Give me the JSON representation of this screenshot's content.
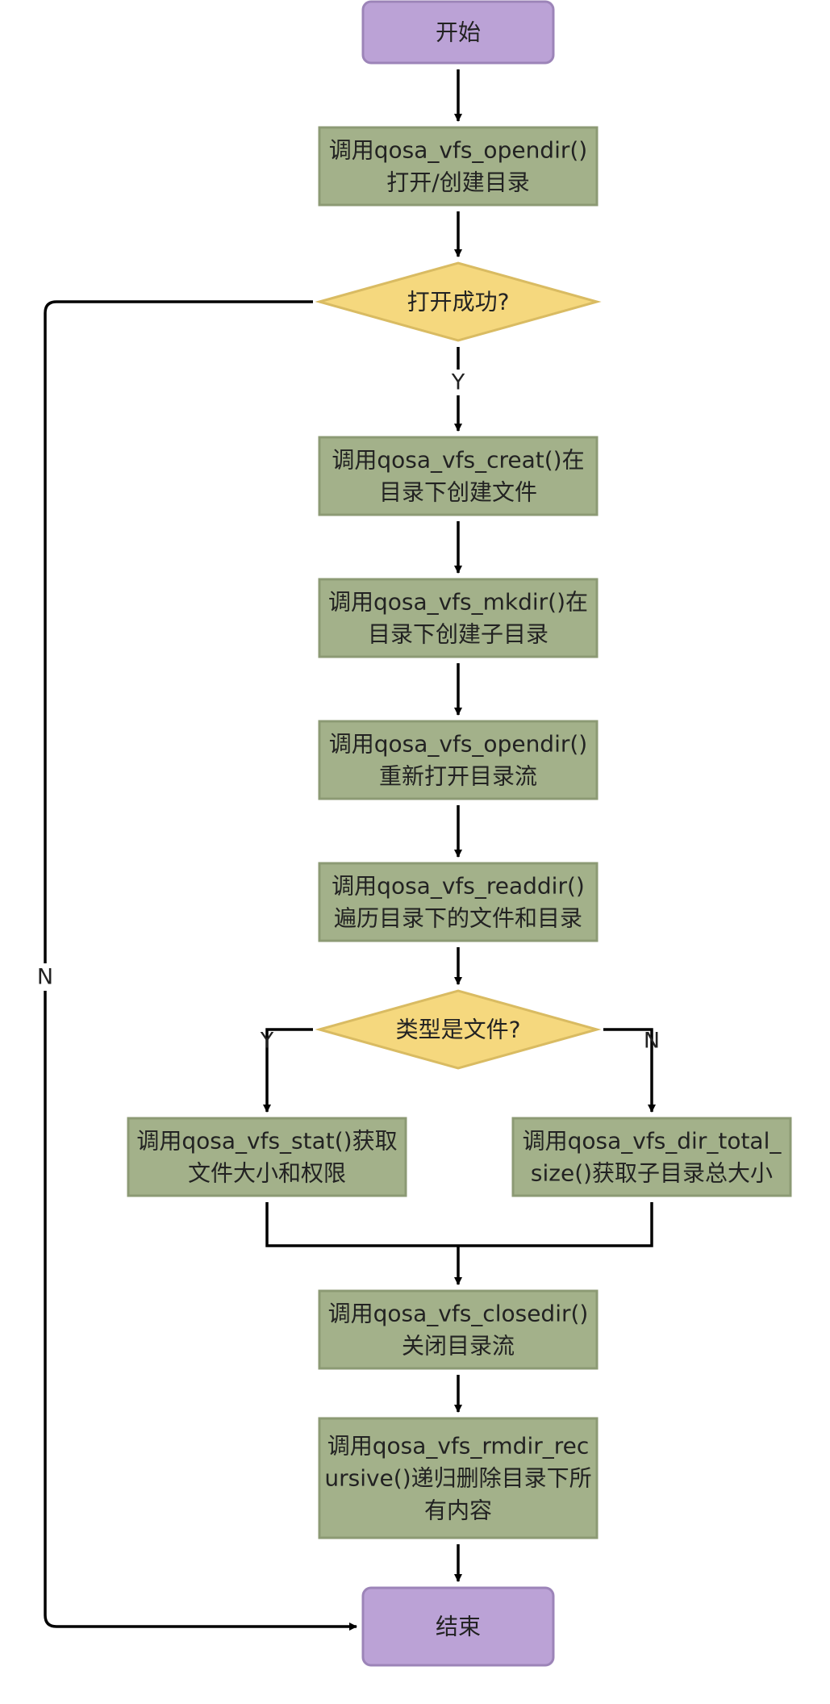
{
  "nodes": {
    "start": {
      "lines": [
        "开始"
      ]
    },
    "opendir": {
      "lines": [
        "调用qosa_vfs_opendir()",
        "打开/创建目录"
      ]
    },
    "open_ok": {
      "lines": [
        "打开成功?"
      ]
    },
    "creat": {
      "lines": [
        "调用qosa_vfs_creat()在",
        "目录下创建文件"
      ]
    },
    "mkdir": {
      "lines": [
        "调用qosa_vfs_mkdir()在",
        "目录下创建子目录"
      ]
    },
    "reopen": {
      "lines": [
        "调用qosa_vfs_opendir()",
        "重新打开目录流"
      ]
    },
    "readdir": {
      "lines": [
        "调用qosa_vfs_readdir()",
        "遍历目录下的文件和目录"
      ]
    },
    "is_file": {
      "lines": [
        "类型是文件?"
      ]
    },
    "stat": {
      "lines": [
        "调用qosa_vfs_stat()获取",
        "文件大小和权限"
      ]
    },
    "dir_total": {
      "lines": [
        "调用qosa_vfs_dir_total_",
        "size()获取子目录总大小"
      ]
    },
    "closedir": {
      "lines": [
        "调用qosa_vfs_closedir()",
        "关闭目录流"
      ]
    },
    "rmdir": {
      "lines": [
        "调用qosa_vfs_rmdir_rec",
        "ursive()递归删除目录下所",
        "有内容"
      ]
    },
    "end": {
      "lines": [
        "结束"
      ]
    }
  },
  "edge_labels": {
    "open_yes": "Y",
    "open_no": "N",
    "file_yes": "Y",
    "file_no": "N"
  },
  "colors": {
    "terminal_fill": "#bba2d6",
    "terminal_stroke": "#9c84b8",
    "process_fill": "#a3b18a",
    "process_stroke": "#8c9a74",
    "decision_fill": "#f5d87e",
    "decision_stroke": "#d9bb62",
    "line": "#000000"
  }
}
